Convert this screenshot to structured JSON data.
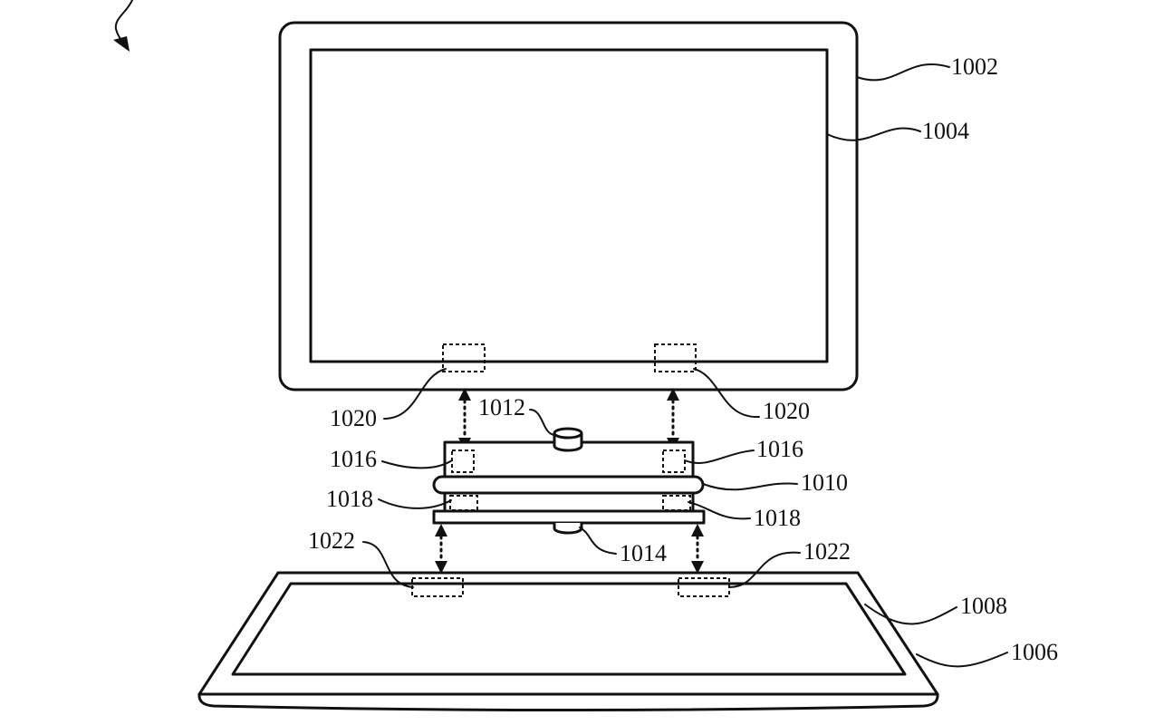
{
  "labels": {
    "display_housing": "1002",
    "display_screen": "1004",
    "keyboard_base": "1006",
    "keyboard_deck": "1008",
    "adapter_body": "1010",
    "top_connector": "1012",
    "bottom_connector": "1014",
    "adapter_top_magnet_left": "1016",
    "adapter_top_magnet_right": "1016",
    "adapter_bottom_magnet_left": "1018",
    "adapter_bottom_magnet_right": "1018",
    "display_magnet_left": "1020",
    "display_magnet_right": "1020",
    "base_magnet_left": "1022",
    "base_magnet_right": "1022"
  }
}
